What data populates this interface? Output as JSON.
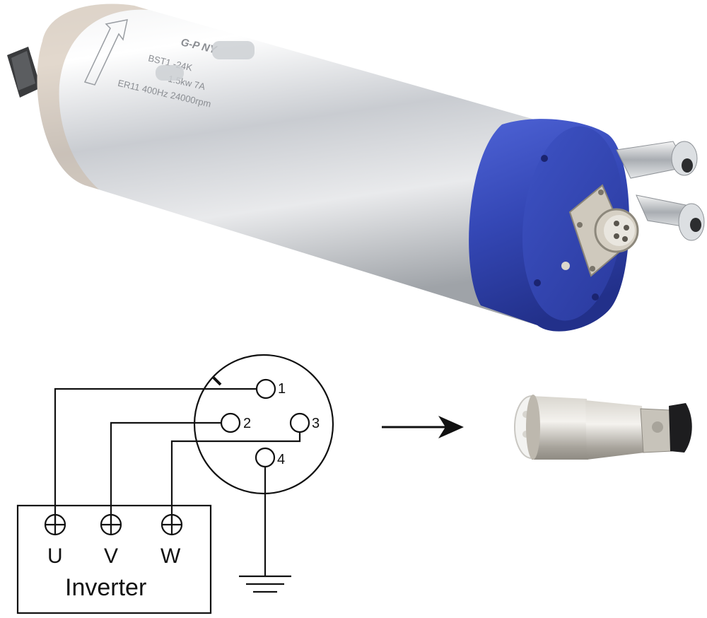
{
  "spindle": {
    "brand": "G-P   NY",
    "model_line": "BST1     -24K",
    "power_line": "1.5kw 7A",
    "spec_line": "ER11 400Hz 24000rpm",
    "colors": {
      "body": "#d8dbdf",
      "cap": "#3447b5",
      "metal": "#c9ccd1"
    }
  },
  "connector": {
    "pins": [
      "1",
      "2",
      "3",
      "4"
    ]
  },
  "inverter": {
    "label": "Inverter",
    "terminals": [
      "U",
      "V",
      "W"
    ]
  },
  "icons": {
    "arrow": "right-arrow-icon",
    "ground": "ground-icon",
    "plug": "aviation-plug-icon"
  }
}
